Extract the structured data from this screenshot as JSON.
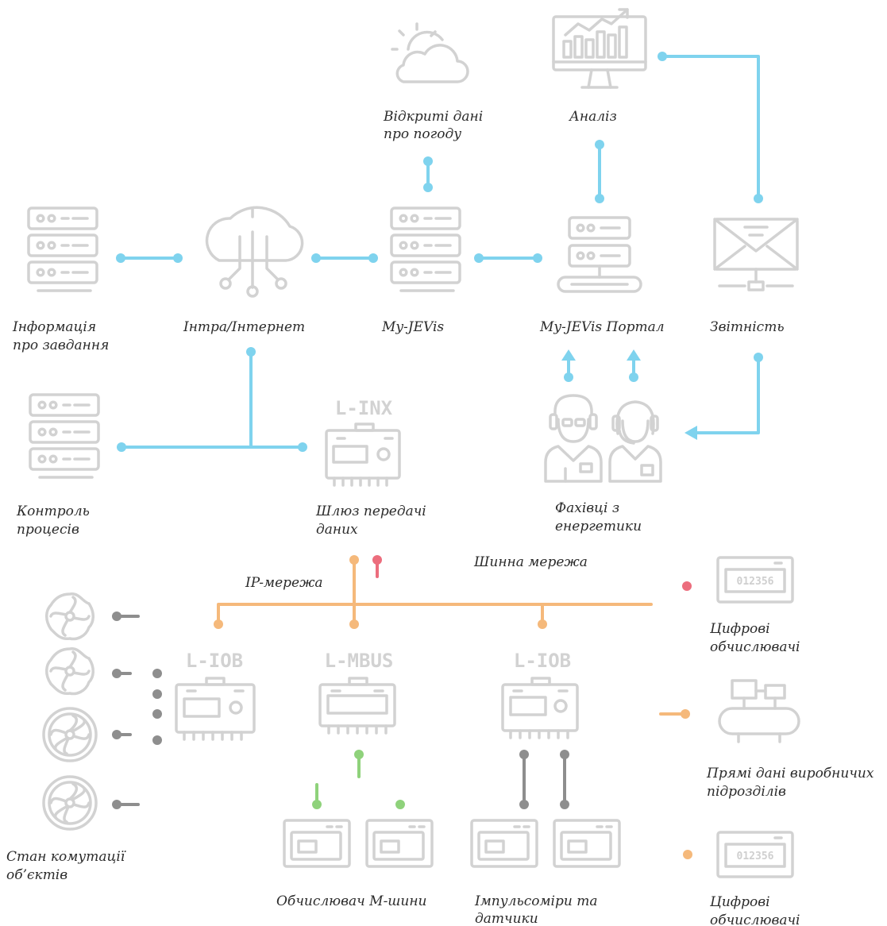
{
  "labels": {
    "weather_1": "Відкриті дані",
    "weather_2": "про погоду",
    "analysis": "Аналіз",
    "task_info_1": "Інформація",
    "task_info_2": "про завдання",
    "internet": "Інтра/Інтернет",
    "myjevis": "My-JEVis",
    "portal": "My-JEVis Портал",
    "reporting": "Звітність",
    "process_control_1": "Контроль",
    "process_control_2": "процесів",
    "gateway_1": "Шлюз передачі",
    "gateway_2": "даних",
    "experts_1": "Фахівці з",
    "experts_2": "енергетики",
    "bus_network": "Шинна мережа",
    "ip_network": "IP-мережа",
    "digital_meters_top_1": "Цифрові",
    "digital_meters_top_2": "обчислювачі",
    "production_data_1": "Прямі дані виробничих",
    "production_data_2": "підрозділів",
    "digital_meters_bottom_1": "Цифрові",
    "digital_meters_bottom_2": "обчислювачі",
    "switching_state_1": "Стан комутації",
    "switching_state_2": "об’єктів",
    "mbus_meter": "Обчислювач М-шини",
    "pulse_meters_1": "Імпульсоміри та",
    "pulse_meters_2": "датчики"
  },
  "devices": {
    "linx": "L-INX",
    "liob_left": "L-IOB",
    "lmbus": "L-MBUS",
    "liob_right": "L-IOB",
    "meter_display": "012356"
  },
  "icons": [
    "weather-icon",
    "analytics-monitor-icon",
    "server-icon",
    "cloud-network-icon",
    "portal-server-icon",
    "envelope-icon",
    "engineer-icon",
    "support-agent-icon",
    "gateway-device-icon",
    "io-module-icon",
    "mbus-module-icon",
    "digital-meter-icon",
    "compressor-icon",
    "fan-icon",
    "meter-box-icon"
  ],
  "colors": {
    "internet_links": "#7fd3ee",
    "ip_network": "#f5b97b",
    "bus_network": "#ec6d7d",
    "mbus_links": "#8fd27b",
    "switching_links": "#8e8e8e",
    "icons": "#d2d2d2"
  }
}
